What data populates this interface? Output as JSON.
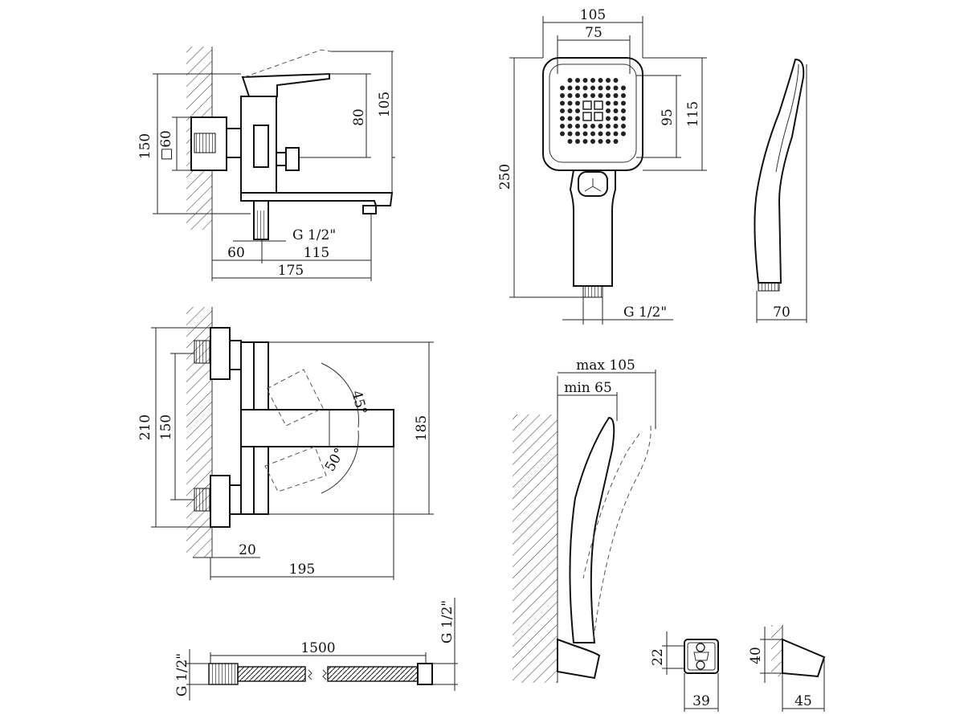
{
  "sheet": {
    "dimensions": {
      "faucet_side": {
        "height_total": "150",
        "square_size": "□60",
        "spout_height": "80",
        "lever_height": "105",
        "thread": "G 1/2\"",
        "wall_offset": "60",
        "spout_reach": "115",
        "total_length": "175"
      },
      "faucet_top": {
        "width_total": "210",
        "inlet_spacing": "150",
        "angle_left": "45°",
        "angle_right": "50°",
        "lever_span": "185",
        "wall_gap": "20",
        "total_depth": "195"
      },
      "hand_shower_front": {
        "face_width": "105",
        "face_inner_width": "75",
        "inner_spray_height": "95",
        "face_height": "115",
        "total_length": "250",
        "thread": "G 1/2\""
      },
      "hand_shower_side": {
        "thickness": "70"
      },
      "holder_assembly": {
        "max_reach": "max 105",
        "min_reach": "min 65"
      },
      "hose": {
        "length": "1500",
        "thread_left": "G 1/2\"",
        "thread_right": "G 1/2\""
      },
      "holder_front": {
        "height": "22",
        "width": "39"
      },
      "holder_side": {
        "height": "40",
        "depth": "45"
      }
    }
  }
}
